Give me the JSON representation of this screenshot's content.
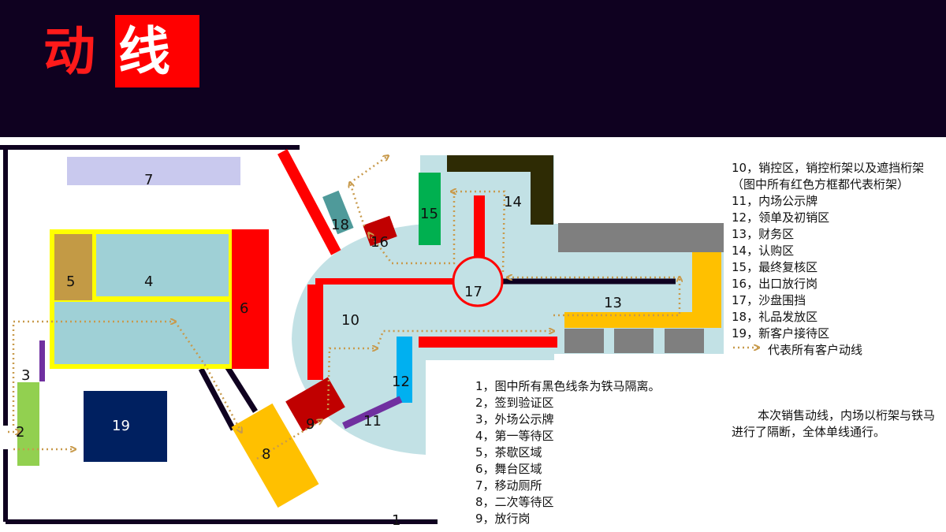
{
  "title": {
    "part1": "动",
    "part2": "线"
  },
  "zones": [
    {
      "id": "7",
      "label": "7"
    },
    {
      "id": "5",
      "label": "5"
    },
    {
      "id": "4",
      "label": "4"
    },
    {
      "id": "6",
      "label": "6"
    },
    {
      "id": "3",
      "label": "3"
    },
    {
      "id": "2",
      "label": "2"
    },
    {
      "id": "19",
      "label": "19"
    },
    {
      "id": "8",
      "label": "8"
    },
    {
      "id": "9",
      "label": "9"
    },
    {
      "id": "18",
      "label": "18"
    },
    {
      "id": "16",
      "label": "16"
    },
    {
      "id": "15",
      "label": "15"
    },
    {
      "id": "14",
      "label": "14"
    },
    {
      "id": "17",
      "label": "17"
    },
    {
      "id": "10",
      "label": "10"
    },
    {
      "id": "13",
      "label": "13"
    },
    {
      "id": "12",
      "label": "12"
    },
    {
      "id": "11",
      "label": "11"
    },
    {
      "id": "1",
      "label": "1"
    }
  ],
  "legend_right": [
    "10，销控区，销控桁架以及遮挡桁架（图中所有红色方框都代表桁架）",
    "11，内场公示牌",
    "12，领单及初销区",
    "13，财务区",
    "14，认购区",
    "15，最终复核区",
    "16，出口放行岗",
    "17，沙盘围挡",
    "18，礼品发放区",
    "19，新客户接待区",
    "代表所有客户动线"
  ],
  "legend_bottom": [
    "1，图中所有黑色线条为铁马隔离。",
    "2，签到验证区",
    "3，外场公示牌",
    "4，第一等待区",
    "5，茶歇区域",
    "6，舞台区域",
    "7，移动厕所",
    "8，二次等待区",
    "9，放行岗"
  ],
  "note": "本次销售动线，内场以桁架与铁马进行了隔断，全体单线通行。",
  "colors": {
    "header": "#0f0120",
    "title_red": "#ff0000",
    "barrier": "#0f0120",
    "truss_red": "#ff0000",
    "light_blue": "#c2e1e5",
    "waiting_blue": "#9fd0d6",
    "yellow_border": "#ffff00",
    "path_dots": "#c89a4c",
    "amber": "#ffc000",
    "green": "#00b050",
    "dark_olive": "#2e2b04",
    "gray": "#7f7f7f",
    "navy": "#002060",
    "lavender": "#c9c9ee",
    "tan": "#c39a45",
    "dark_red": "#c00000",
    "teal": "#4f9a9a",
    "cyan": "#00b0f0",
    "purple": "#7030a0",
    "lime": "#92d050"
  }
}
